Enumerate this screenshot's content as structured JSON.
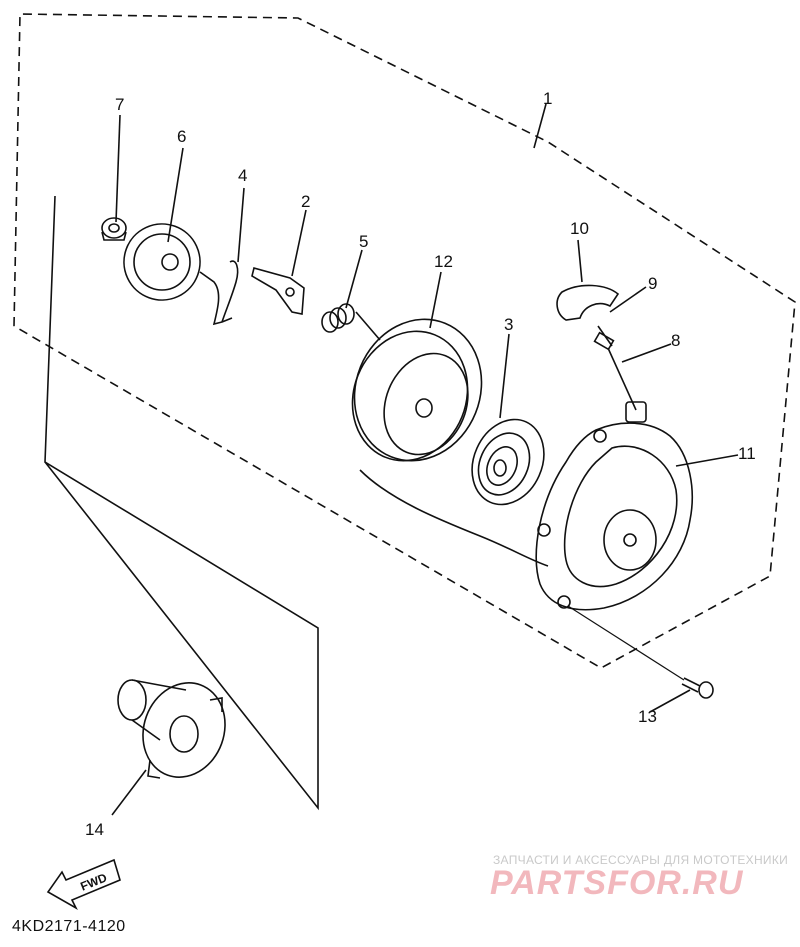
{
  "callouts": [
    {
      "id": "label-1",
      "text": "1"
    },
    {
      "id": "label-2",
      "text": "2"
    },
    {
      "id": "label-3",
      "text": "3"
    },
    {
      "id": "label-4",
      "text": "4"
    },
    {
      "id": "label-5",
      "text": "5"
    },
    {
      "id": "label-6",
      "text": "6"
    },
    {
      "id": "label-7",
      "text": "7"
    },
    {
      "id": "label-8",
      "text": "8"
    },
    {
      "id": "label-9",
      "text": "9"
    },
    {
      "id": "label-10",
      "text": "10"
    },
    {
      "id": "label-11",
      "text": "11"
    },
    {
      "id": "label-12",
      "text": "12"
    },
    {
      "id": "label-13",
      "text": "13"
    },
    {
      "id": "label-14",
      "text": "14"
    }
  ],
  "direction_arrow": "FWD",
  "diagram_code": "4KD2171-4120",
  "watermark": {
    "subtitle": "ЗАПЧАСТИ И АКСЕССУАРЫ ДЛЯ МОТОТЕХНИКИ",
    "logo": "PARTSFOR.RU"
  },
  "colors": {
    "line": "#111111",
    "watermark_logo": "#f2b8bd",
    "watermark_text": "#c9c9c9"
  }
}
